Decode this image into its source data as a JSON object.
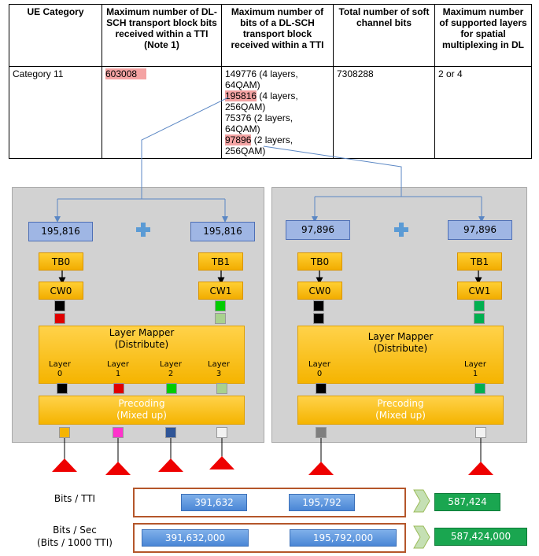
{
  "table": {
    "headers": [
      "UE Category",
      "Maximum number of DL-SCH transport block bits received within a TTI (Note 1)",
      "Maximum number of bits of a DL-SCH transport block received within a TTI",
      "Total number of soft channel bits",
      "Maximum number of supported layers for spatial multiplexing in DL"
    ],
    "row": {
      "category": "Category 11",
      "max_bits": "603008",
      "tb_lines": [
        {
          "value": "149776",
          "rest": " (4 layers, 64QAM)",
          "highlight": false
        },
        {
          "value": "195816",
          "rest": " (4 layers, 256QAM)",
          "highlight": true
        },
        {
          "value": "75376",
          "rest": " (2 layers, 64QAM)",
          "highlight": false
        },
        {
          "value": "97896",
          "rest": " (2 layers, 256QAM)",
          "highlight": true
        }
      ],
      "soft_bits": "7308288",
      "layers": "2 or 4"
    }
  },
  "left_panel": {
    "tb_left": "195,816",
    "tb_right": "195,816",
    "tb0": "TB0",
    "tb1": "TB1",
    "cw0": "CW0",
    "cw1": "CW1",
    "mapper_line1": "Layer Mapper",
    "mapper_line2": "(Distribute)",
    "layers": [
      {
        "label": "Layer",
        "num": "0",
        "color": "#000000"
      },
      {
        "label": "Layer",
        "num": "1",
        "color": "#e00000"
      },
      {
        "label": "Layer",
        "num": "2",
        "color": "#00cc00"
      },
      {
        "label": "Layer",
        "num": "3",
        "color": "#a9d18e"
      }
    ],
    "cw_colors": {
      "cw0_top": "#000000",
      "cw0_bottom": "#e00000",
      "cw1_top": "#00cc00",
      "cw1_bottom": "#a9d18e"
    },
    "prec_line1": "Precoding",
    "prec_line2": "(Mixed up)",
    "antenna_colors": [
      "#f5b400",
      "#ff33cc",
      "#2f5597",
      "#f2f2f2"
    ]
  },
  "right_panel": {
    "tb_left": "97,896",
    "tb_right": "97,896",
    "tb0": "TB0",
    "tb1": "TB1",
    "cw0": "CW0",
    "cw1": "CW1",
    "mapper_line1": "Layer Mapper",
    "mapper_line2": "(Distribute)",
    "layers": [
      {
        "label": "Layer",
        "num": "0",
        "color": "#000000"
      },
      {
        "label": "Layer",
        "num": "1",
        "color": "#00b050"
      }
    ],
    "cw_colors": {
      "cw0_top": "#000000",
      "cw0_bottom": "#000000",
      "cw1_top": "#00b050",
      "cw1_bottom": "#00b050"
    },
    "prec_line1": "Precoding",
    "prec_line2": "(Mixed up)",
    "antenna_colors": [
      "#7f7f7f",
      "#f2f2f2"
    ]
  },
  "summary": {
    "bits_tti_label": "Bits / TTI",
    "bits_tti_a": "391,632",
    "bits_tti_b": "195,792",
    "bits_tti_total": "587,424",
    "bits_sec_label1": "Bits / Sec",
    "bits_sec_label2": "(Bits / 1000 TTI)",
    "bits_sec_a": "391,632,000",
    "bits_sec_b": "195,792,000",
    "bits_sec_total": "587,424,000"
  }
}
